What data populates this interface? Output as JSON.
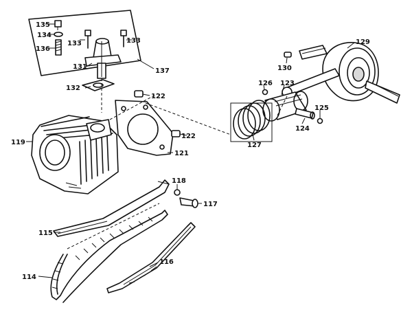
{
  "diagram": {
    "callouts": {
      "c135": "135",
      "c134": "134",
      "c136": "136",
      "c133a": "133",
      "c133b": "133",
      "c131": "131",
      "c137": "137",
      "c132": "132",
      "c122a": "122",
      "c122b": "122",
      "c119": "119",
      "c121": "121",
      "c130": "130",
      "c129": "129",
      "c126": "126",
      "c123": "123",
      "c125": "125",
      "c124": "124",
      "c127": "127",
      "c118": "118",
      "c117": "117",
      "c115": "115",
      "c116": "116",
      "c114": "114"
    }
  }
}
